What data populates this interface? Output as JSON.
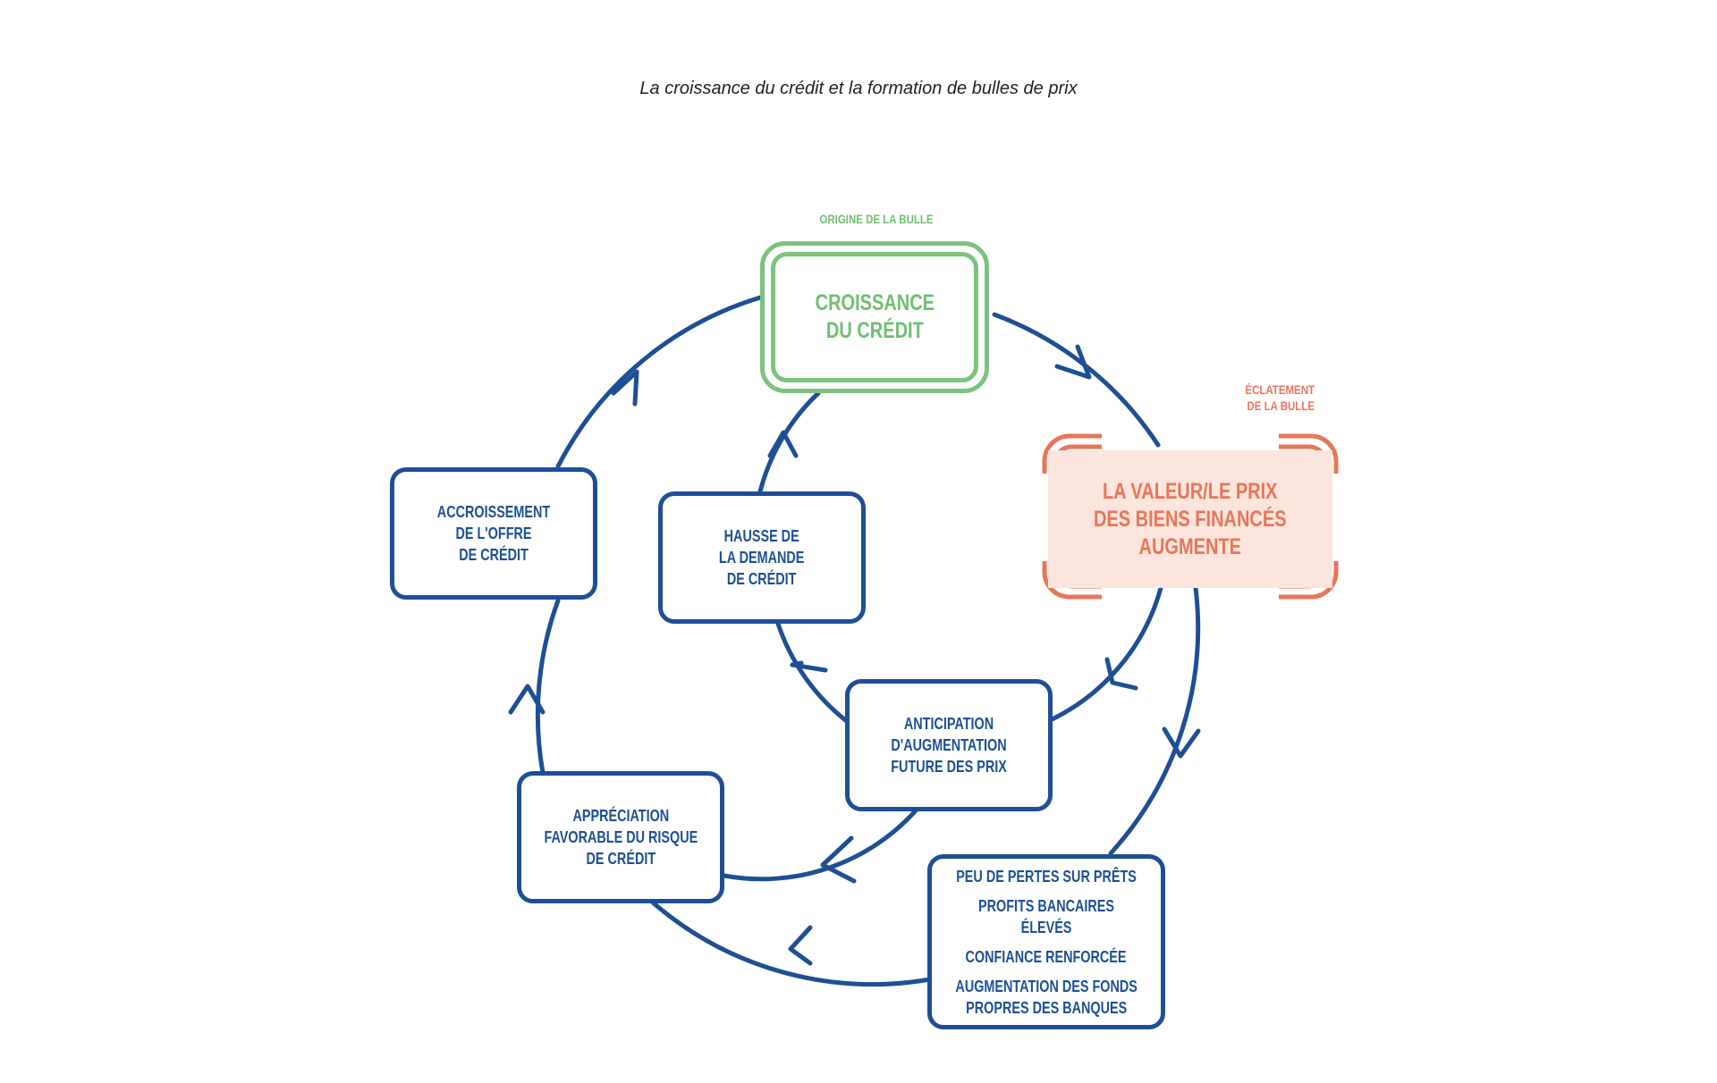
{
  "caption": "La croissance du crédit et la formation de bulles de prix",
  "tags": {
    "origin": "ORIGINE DE LA BULLE",
    "burst": "ÉCLATEMENT\nDE LA BULLE"
  },
  "nodes": {
    "credit_growth": "CROISSANCE\nDU CRÉDIT",
    "asset_value": "LA VALEUR/LE PRIX\nDES BIENS FINANCÉS\nAUGMENTE",
    "supply": "ACCROISSEMENT\nDE L'OFFRE\nDE CRÉDIT",
    "demand": "HAUSSE DE\nLA DEMANDE\nDE CRÉDIT",
    "anticipation": "ANTICIPATION\nD'AUGMENTATION\nFUTURE DES PRIX",
    "risk": "APPRÉCIATION\nFAVORABLE DU RISQUE\nDE CRÉDIT",
    "bank_effects": [
      "PEU DE PERTES SUR PRÊTS",
      "PROFITS BANCAIRES ÉLEVÉS",
      "CONFIANCE RENFORCÉE",
      "AUGMENTATION DES FONDS\nPROPRES DES BANQUES"
    ]
  },
  "colors": {
    "blue": "#1e4f94",
    "green": "#7dc27e",
    "orange": "#e8755a",
    "orange_fill": "#fbe5dc"
  }
}
